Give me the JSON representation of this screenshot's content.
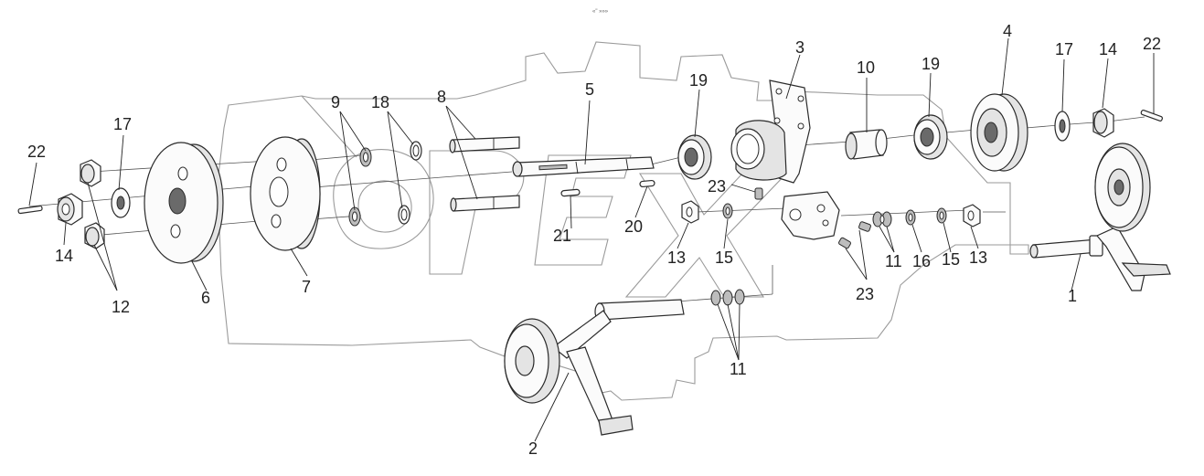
{
  "drawing": {
    "header_mark": "«\" »»»",
    "callouts": [
      {
        "id": "c1",
        "text": "1"
      },
      {
        "id": "c2",
        "text": "2"
      },
      {
        "id": "c3",
        "text": "3"
      },
      {
        "id": "c4",
        "text": "4"
      },
      {
        "id": "c5",
        "text": "5"
      },
      {
        "id": "c6",
        "text": "6"
      },
      {
        "id": "c7",
        "text": "7"
      },
      {
        "id": "c8",
        "text": "8"
      },
      {
        "id": "c9",
        "text": "9"
      },
      {
        "id": "c10",
        "text": "10"
      },
      {
        "id": "c11a",
        "text": "11"
      },
      {
        "id": "c11b",
        "text": "11"
      },
      {
        "id": "c12",
        "text": "12"
      },
      {
        "id": "c13a",
        "text": "13"
      },
      {
        "id": "c13b",
        "text": "13"
      },
      {
        "id": "c14a",
        "text": "14"
      },
      {
        "id": "c14b",
        "text": "14"
      },
      {
        "id": "c15a",
        "text": "15"
      },
      {
        "id": "c15b",
        "text": "15"
      },
      {
        "id": "c16",
        "text": "16"
      },
      {
        "id": "c17a",
        "text": "17"
      },
      {
        "id": "c17b",
        "text": "17"
      },
      {
        "id": "c18",
        "text": "18"
      },
      {
        "id": "c19a",
        "text": "19"
      },
      {
        "id": "c19b",
        "text": "19"
      },
      {
        "id": "c20",
        "text": "20"
      },
      {
        "id": "c21",
        "text": "21"
      },
      {
        "id": "c22a",
        "text": "22"
      },
      {
        "id": "c22b",
        "text": "22"
      },
      {
        "id": "c23a",
        "text": "23"
      },
      {
        "id": "c23b",
        "text": "23"
      }
    ],
    "watermark_text": "OPEX"
  }
}
